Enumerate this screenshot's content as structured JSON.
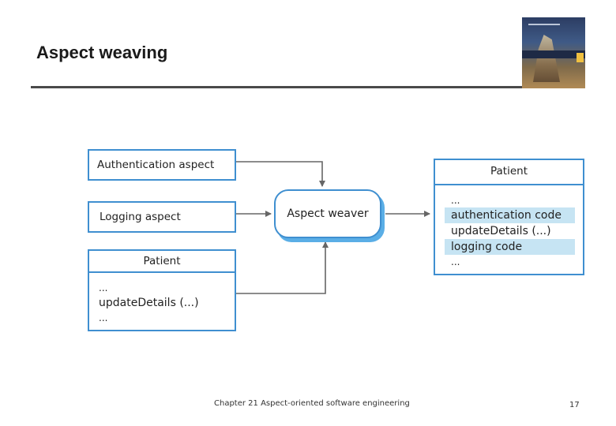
{
  "slide": {
    "title": "Aspect weaving",
    "footer": "Chapter 21 Aspect-oriented software engineering",
    "page_number": "17"
  },
  "book_cover": {
    "icon": "book-cover-image"
  },
  "diagram": {
    "authentication_aspect": "Authentication aspect",
    "logging_aspect": "Logging aspect",
    "weaver": "Aspect weaver",
    "input_class": {
      "title": "Patient",
      "lines": [
        "...",
        "updateDetails (...)",
        "..."
      ]
    },
    "output_class": {
      "title": "Patient",
      "lines": [
        "...",
        "authentication code",
        "updateDetails (...)",
        "logging code",
        "..."
      ]
    },
    "colors": {
      "border": "#3f8fd0",
      "highlight": "#c6e4f3",
      "arrow": "#666666"
    }
  }
}
